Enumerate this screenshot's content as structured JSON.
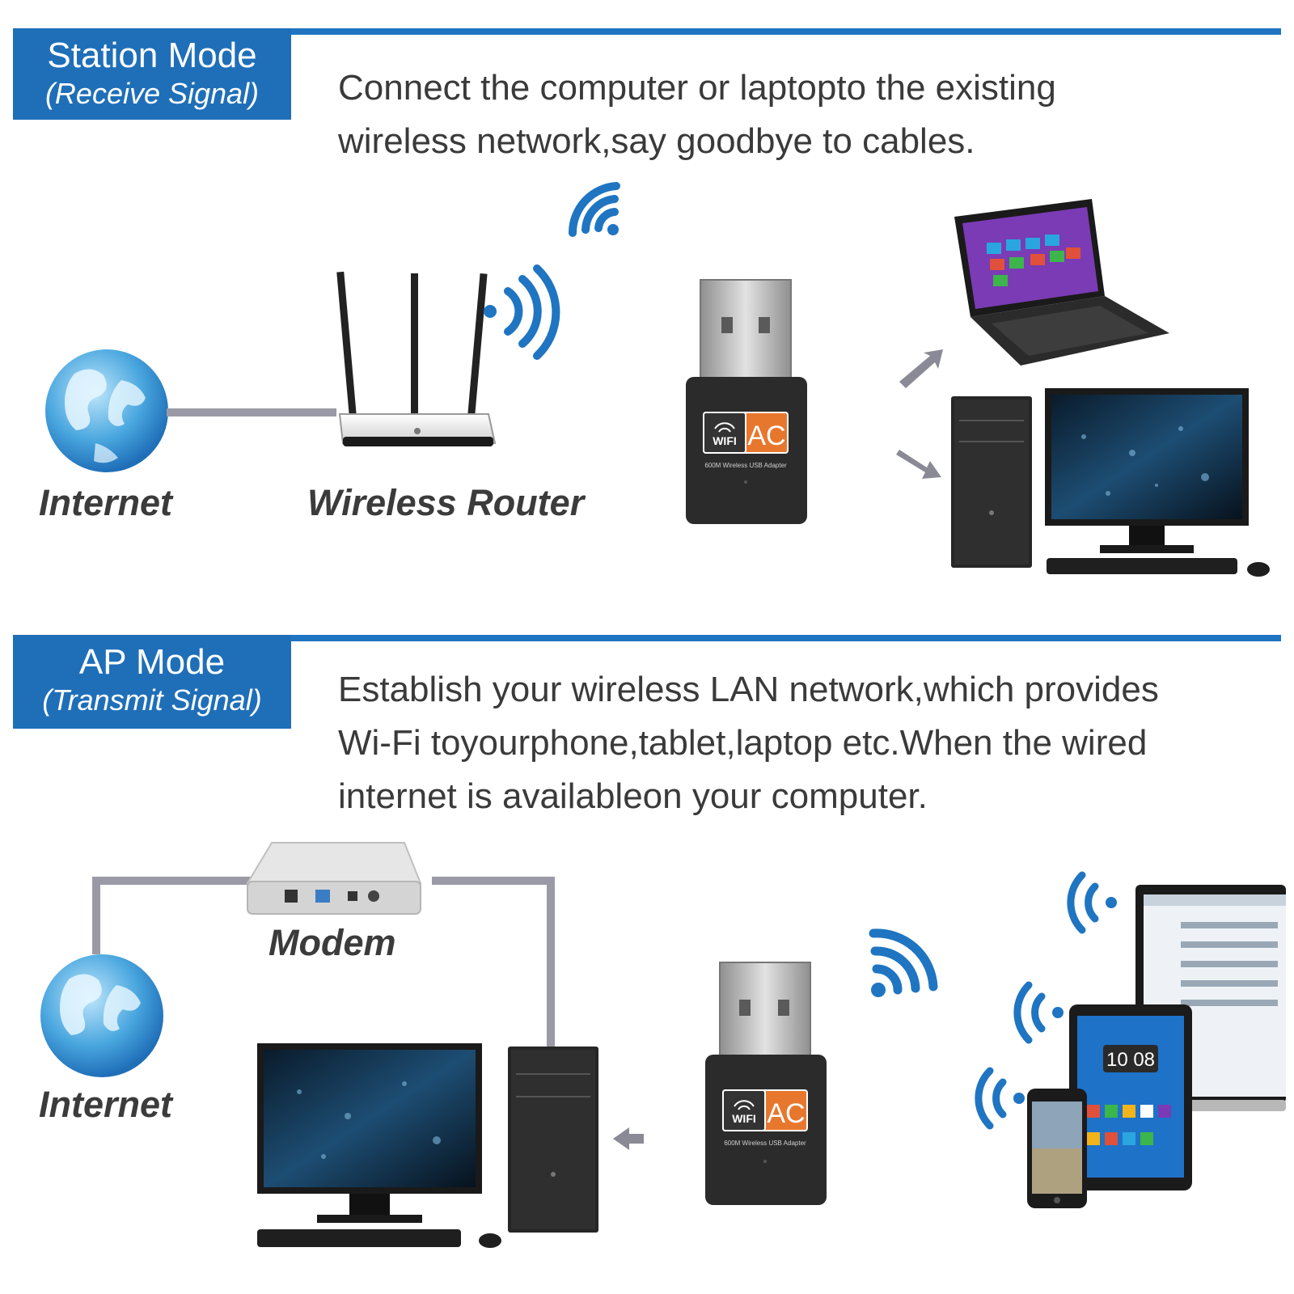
{
  "station": {
    "title": "Station Mode",
    "subtitle": "(Receive Signal)",
    "description": [
      "Connect the computer or laptopto the existing",
      "wireless network,say goodbye to cables."
    ],
    "labels": {
      "internet": "Internet",
      "router": "Wireless Router"
    }
  },
  "ap": {
    "title": "AP Mode",
    "subtitle": "(Transmit Signal)",
    "description": [
      "Establish your wireless LAN network,which provides",
      "Wi-Fi toyourphone,tablet,laptop etc.When the wired",
      "internet is availableon your computer."
    ],
    "labels": {
      "internet": "Internet",
      "modem": "Modem"
    }
  },
  "adapter": {
    "wifi_text": "WIFI",
    "ac_text": "AC",
    "caption": "600M Wireless USB Adapter"
  },
  "tablet_clock": "10 08",
  "colors": {
    "accent": "#1f75c1",
    "badge_orange": "#e8772e",
    "line_gray": "#9a9aa6"
  }
}
